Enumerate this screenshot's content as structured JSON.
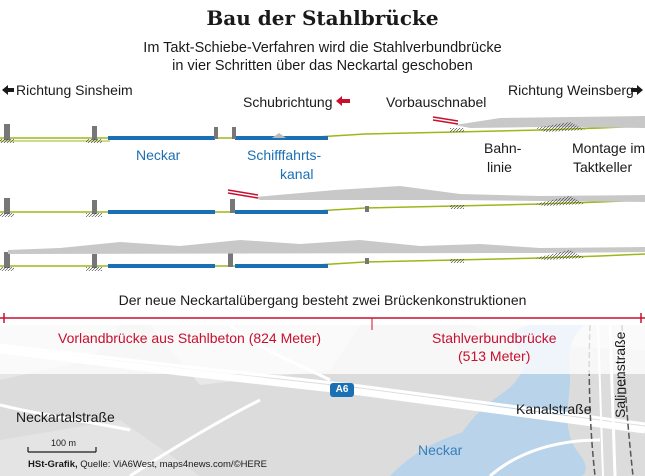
{
  "header": {
    "title": "Bau der Stahlbrücke",
    "subtitle_line1": "Im Takt-Schiebe-Verfahren wird die Stahlverbundbrücke",
    "subtitle_line2": "in vier Schritten über das Neckartal geschoben"
  },
  "direction": {
    "west": "Richtung Sinsheim",
    "east": "Richtung Weinsberg",
    "push": "Schubrichtung",
    "nose": "Vorbauschnabel"
  },
  "labels": {
    "neckar": "Neckar",
    "schiff_1": "Schifffahrts-",
    "schiff_2": "kanal",
    "bahn_1": "Bahn-",
    "bahn_2": "linie",
    "montage_1": "Montage im",
    "montage_2": "Taktkeller"
  },
  "info": {
    "crossing": "Der neue Neckartalübergang besteht zwei Brückenkonstruktionen",
    "vorland": "Vorlandbrücke aus Stahlbeton (824 Meter)",
    "stahl_1": "Stahlverbundbrücke",
    "stahl_2": "(513 Meter)"
  },
  "map": {
    "street_west": "Neckartalstraße",
    "street_kanal": "Kanalstraße",
    "street_saline": "Salinenstraße",
    "river": "Neckar",
    "motorway": "A6",
    "scale": "100 m",
    "credit_bold": "HSt-Grafik,",
    "credit_rest": " Quelle: ViA6West, maps4news.com/©HERE"
  },
  "colors": {
    "river_blue": "#1b6fb3",
    "deck_green": "#9ab81a",
    "accent_red": "#c8102e",
    "map_water": "#b8d3ea"
  }
}
